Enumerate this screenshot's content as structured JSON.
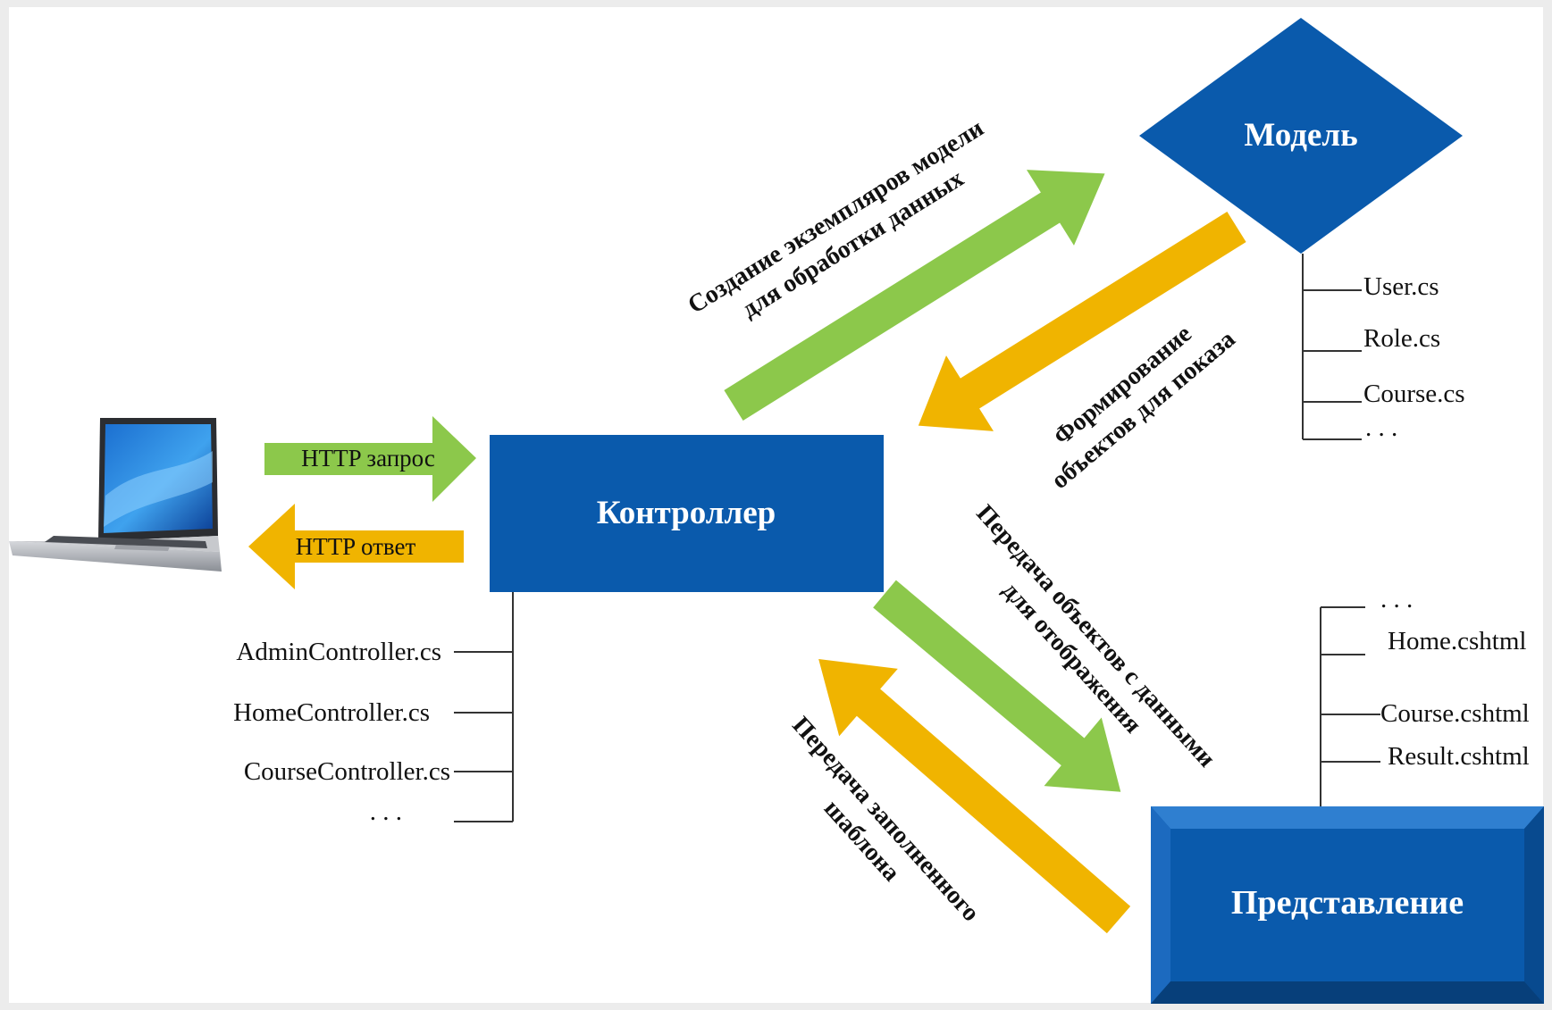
{
  "nodes": {
    "controller": "Контроллер",
    "model": "Модель",
    "view": "Представление"
  },
  "arrows": {
    "http_request": "HTTP запрос",
    "http_response": "HTTP ответ",
    "create_model_line1": "Создание экземпляров модели",
    "create_model_line2": "для обработки данных",
    "form_objects_line1": "Формирование",
    "form_objects_line2": "объектов для показа",
    "pass_objects_line1": "Передача объектов с данными",
    "pass_objects_line2": "для отображения",
    "pass_template_line1": "Передача заполненного",
    "pass_template_line2": "шаблона"
  },
  "model_files": [
    "User.cs",
    "Role.cs",
    "Course.cs",
    ". . ."
  ],
  "controller_files": [
    "AdminController.cs",
    "HomeController.cs",
    "CourseController.cs",
    ". . ."
  ],
  "view_files": [
    ". . .",
    "Home.cshtml",
    "Course.cshtml",
    "Result.cshtml"
  ],
  "colors": {
    "box_blue": "#0a5aac",
    "green_arrow": "#8cc84b",
    "orange_arrow": "#f0b400",
    "background": "#ececec"
  },
  "icons": {
    "client": "laptop-icon"
  }
}
